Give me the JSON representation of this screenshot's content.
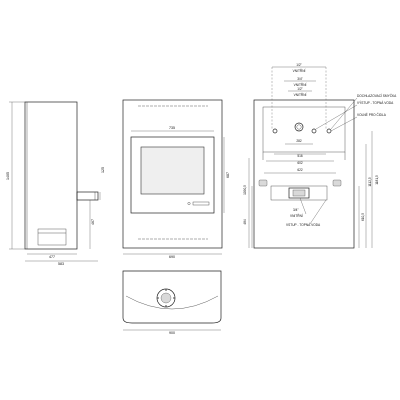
{
  "side_view": {
    "height_label": "1405",
    "outlet_height_label": "467",
    "outlet_diameter_label": "125",
    "depth_inner_label": "477",
    "depth_outer_label": "583"
  },
  "front_view": {
    "door_width_label": "735",
    "door_height_label": "687",
    "width_label": "690"
  },
  "rear_view": {
    "top_conn_1": "1/2\"",
    "top_conn_1_sub": "VNITŘNÍ",
    "top_conn_2": "3/4\"",
    "top_conn_2_sub": "VNITŘNÍ",
    "top_conn_3": "1/2\"",
    "top_conn_3_sub": "VNITŘNÍ",
    "callout_1": "DOCHLAZOVACÍ SMYČKA",
    "callout_2": "VÝSTUP - TOPNÁ VODA",
    "callout_3": "VOLNÉ PRO ČIDLA",
    "dim_282": "282",
    "dim_516": "516",
    "dim_602": "602",
    "dim_622": "622",
    "dim_1090_5": "1090,5",
    "dim_484": "484",
    "dim_610_5": "610,5",
    "dim_1112_5": "1112,5",
    "dim_1181_5": "1181,5",
    "bottom_conn": "3/4\"",
    "bottom_conn_sub": "VNITŘNÍ",
    "bottom_callout": "VSTUP - TOPNÁ VODA"
  },
  "top_view": {
    "width_label": "900"
  }
}
